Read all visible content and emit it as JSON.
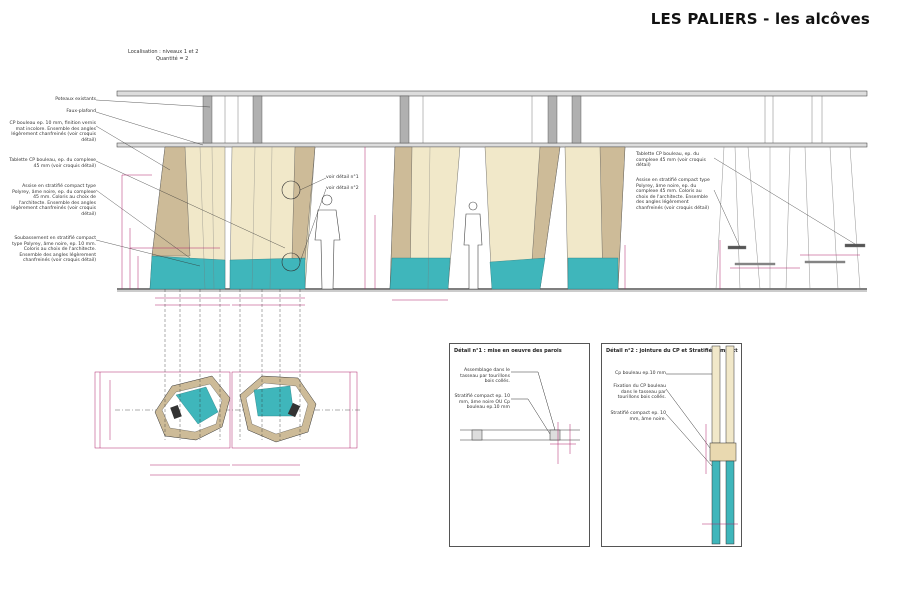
{
  "header": {
    "title": "LES PALIERS - les alcôves"
  },
  "localisation": {
    "line1": "Localisation : niveaux 1 et 2",
    "line2": "Quantité = 2"
  },
  "callouts_left": [
    "Poteaux existants",
    "Faux-plafond",
    "CP bouleau ep. 10 mm, finition vernis mat incolore. Ensemble des angles légèrement chanfreinés (voir croquis détail)",
    "Tablette CP bouleau, ep. du complexe 45 mm (voir croquis détail)",
    "Assise en stratifié compact type Polyrey, âme noire, ep. du complexe 45 mm. Coloris au choix de l'architecte. Ensemble des angles légèrement chanfreinés (voir croquis détail)",
    "Soubassement en stratifié compact type Polyrey, âme noire, ep. 10 mm. Coloris au choix de l'architecte. Ensemble des angles légèrement chanfreinés (voir croquis détail)"
  ],
  "callouts_mid": {
    "detail1": "voir détail n°1",
    "detail2": "voir détail n°2"
  },
  "callouts_right": [
    "Tablette CP bouleau, ep. du complexe 45 mm (voir croquis détail)",
    "Assise en stratifié compact type Polyrey, âme noire, ep. du complexe 45 mm. Coloris au choix de l'architecte. Ensemble des angles légèrement chanfreinés (voir croquis détail)"
  ],
  "detail1": {
    "title": "Détail n°1 : mise en oeuvre des parois",
    "note1": "Assemblage dans le tasseau par tourillons bois collés.",
    "note2": "Stratifié compact ep. 10 mm, âme noire OU Cp bouleau ep.10 mm"
  },
  "detail2": {
    "title": "Détail n°2 : jointure du CP et Stratifié compact",
    "note1": "Cp bouleau ep.10 mm",
    "note2": "Fixation du CP bouleau dans le tasseau par tourillons bois collés.",
    "note3": "Stratifié compact ep. 10 mm, âme noire."
  },
  "colors": {
    "teal": "#3fb6bb",
    "plywood": "#f1e8c9",
    "plywood_dark": "#cdbb98",
    "dim_magenta": "#b0226b",
    "structure_grey": "#9a9a9a"
  }
}
